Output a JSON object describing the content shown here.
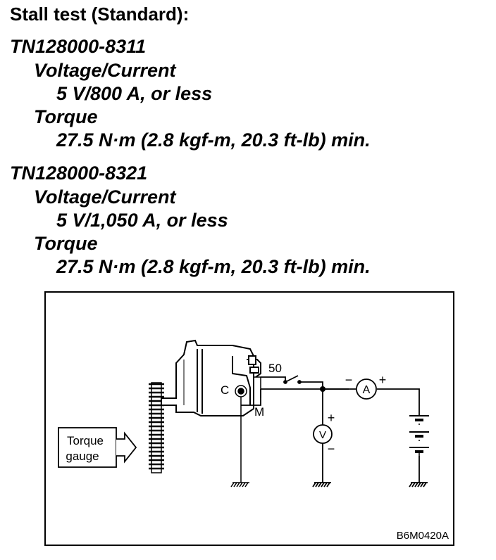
{
  "heading": "Stall test (Standard):",
  "specs": [
    {
      "model": "TN128000-8311",
      "voltage_current_label": "Voltage/Current",
      "voltage_current_value": "5 V/800 A, or less",
      "torque_label": "Torque",
      "torque_value": "27.5 N·m (2.8 kgf-m, 20.3 ft-lb) min."
    },
    {
      "model": "TN128000-8321",
      "voltage_current_label": "Voltage/Current",
      "voltage_current_value": "5 V/1,050 A, or less",
      "torque_label": "Torque",
      "torque_value": "27.5 N·m (2.8 kgf-m, 20.3 ft-lb) min."
    }
  ],
  "diagram": {
    "torque_gauge_line1": "Torque",
    "torque_gauge_line2": "gauge",
    "terminal_c": "C",
    "terminal_m": "M",
    "terminal_50": "50",
    "ammeter_symbol": "A",
    "voltmeter_symbol": "V",
    "plus": "+",
    "minus": "−",
    "figure_code": "B6M0420A"
  }
}
